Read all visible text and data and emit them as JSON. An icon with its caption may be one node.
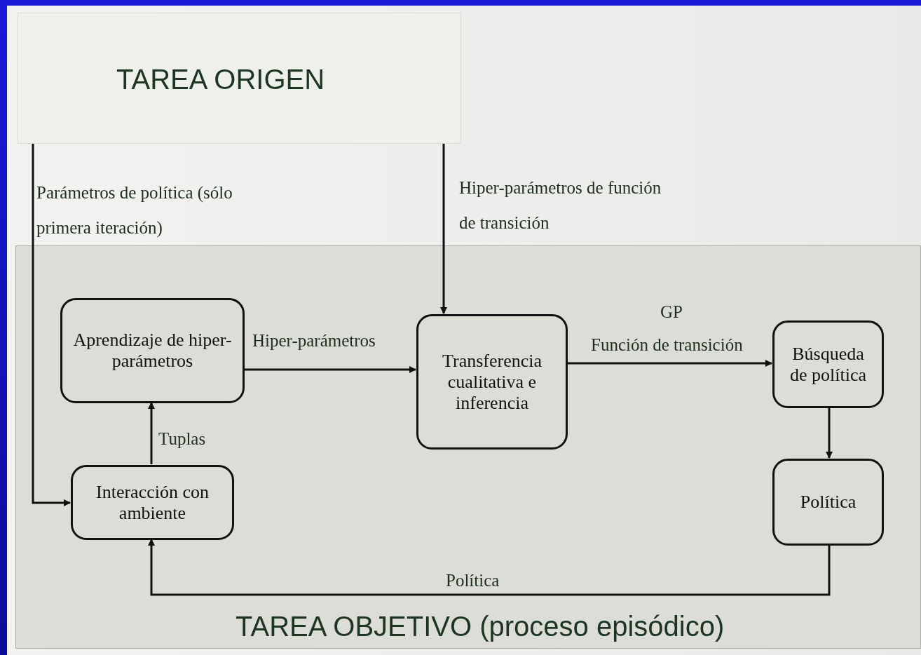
{
  "diagram": {
    "nodes": [
      {
        "text": [
          "TAREA ORIGEN"
        ]
      },
      {
        "text": [
          "TAREA OBJETIVO (proceso episódico)"
        ]
      },
      {
        "text": [
          "Aprendizaje de hiper-parámetros"
        ],
        "in": 1
      },
      {
        "text": [
          "Transferencia cualitativa e inferencia"
        ],
        "in": 1
      },
      {
        "text": [
          "Búsqueda de política"
        ],
        "in": 1
      },
      {
        "text": [
          "Interacción con ambiente"
        ],
        "in": 1
      },
      {
        "text": [
          "Política"
        ],
        "in": 1
      }
    ],
    "edges": [
      {
        "from": 0,
        "to": 5,
        "arrow": "to",
        "label": "Parámetros de política (sólo primera iteración)"
      },
      {
        "from": 0,
        "to": 3,
        "arrow": "to",
        "label": "Hiper-parámetros de función de transición"
      },
      {
        "from": 2,
        "to": 3,
        "arrow": "to",
        "label": "Hiper-parámetros"
      },
      {
        "from": 3,
        "to": 4,
        "arrow": "to",
        "label": "Función de transición"
      },
      {
        "from": 4,
        "to": 6,
        "arrow": "to"
      },
      {
        "from": 5,
        "to": 2,
        "arrow": "to",
        "label": "Tuplas"
      },
      {
        "from": 6,
        "to": 5,
        "arrow": "to",
        "label": "Política"
      }
    ],
    "labels": [
      "GP"
    ]
  }
}
